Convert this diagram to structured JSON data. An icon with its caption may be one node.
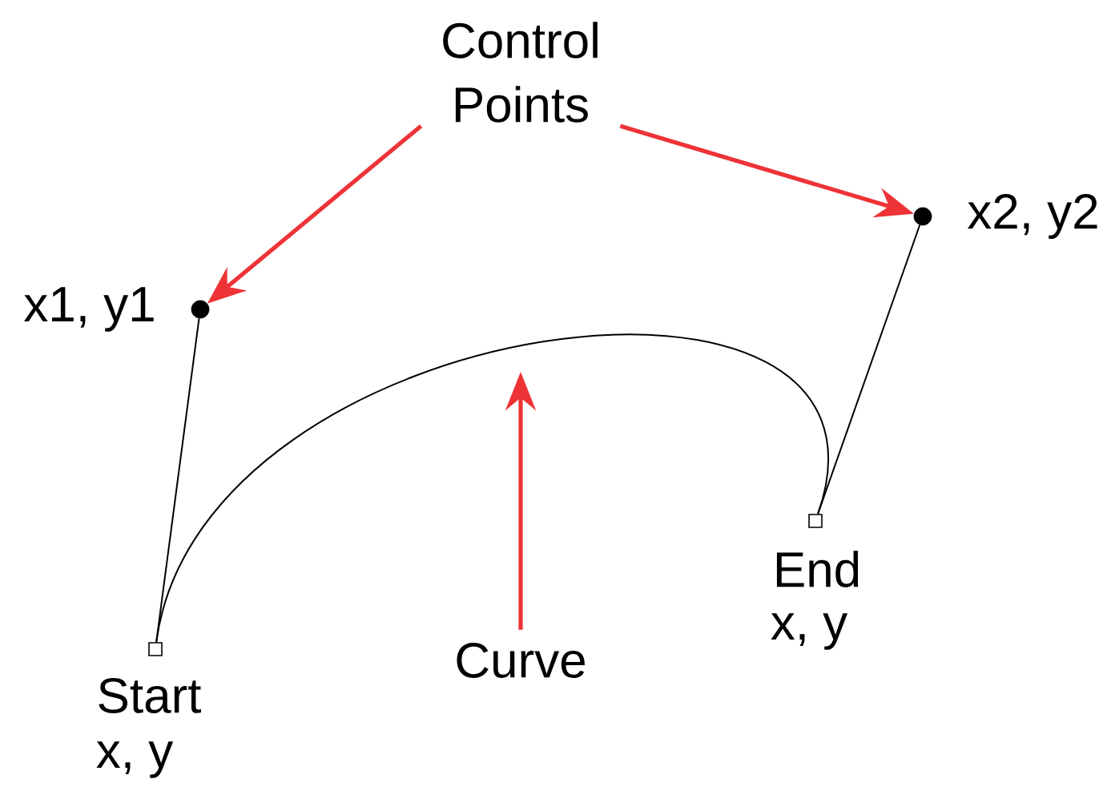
{
  "diagram": {
    "nodes": [
      {
        "text": [
          "Control Points"
        ]
      },
      {
        "text": [],
        "shape": "circle",
        "beside": [
          "x1, y1"
        ]
      },
      {
        "text": [],
        "shape": "circle",
        "beside": [
          "x2, y2"
        ]
      },
      {
        "text": [],
        "shape": "box",
        "beside": [
          "Start",
          "x, y"
        ]
      },
      {
        "text": [],
        "shape": "box",
        "beside": [
          "End",
          "x, y"
        ]
      },
      {
        "text": [
          "Curve"
        ]
      }
    ],
    "edges": [
      {
        "from": 0,
        "to": 1,
        "arrow": "to",
        "style": "thick",
        "color": "#ee3337"
      },
      {
        "from": 0,
        "to": 2,
        "arrow": "to",
        "style": "thick",
        "color": "#ee3337"
      },
      {
        "from": 3,
        "to": 1,
        "arrow": "none",
        "color": "#000000"
      },
      {
        "from": 4,
        "to": 2,
        "arrow": "none",
        "color": "#000000"
      },
      {
        "from": 3,
        "to": 4,
        "arrow": "none",
        "color": "#000000"
      },
      {
        "from": 5,
        "to": null,
        "arrow": "to",
        "style": "thick",
        "color": "#ee3337"
      }
    ]
  }
}
